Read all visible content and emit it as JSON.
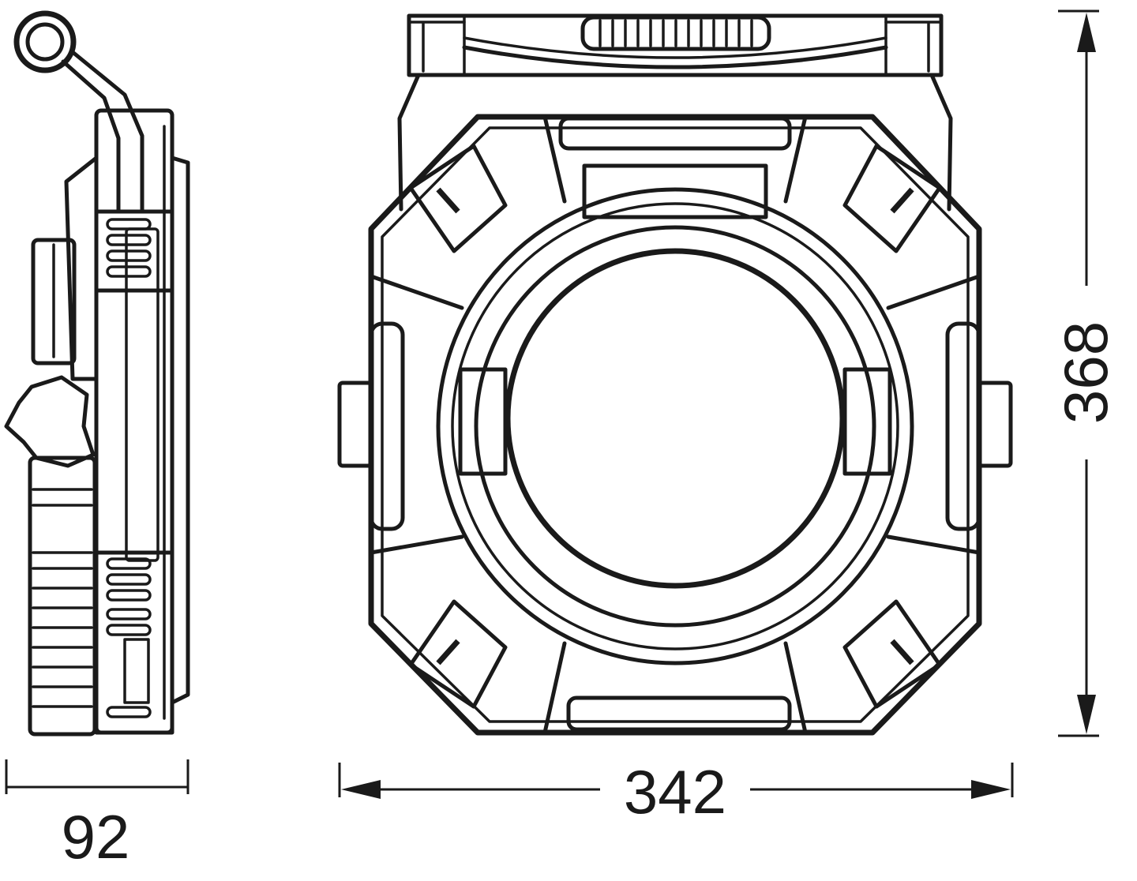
{
  "dimensions": {
    "depth": {
      "value": "92"
    },
    "width": {
      "value": "342"
    },
    "height": {
      "value": "368"
    }
  },
  "colors": {
    "line": "#1a1a1a",
    "background": "#ffffff"
  }
}
